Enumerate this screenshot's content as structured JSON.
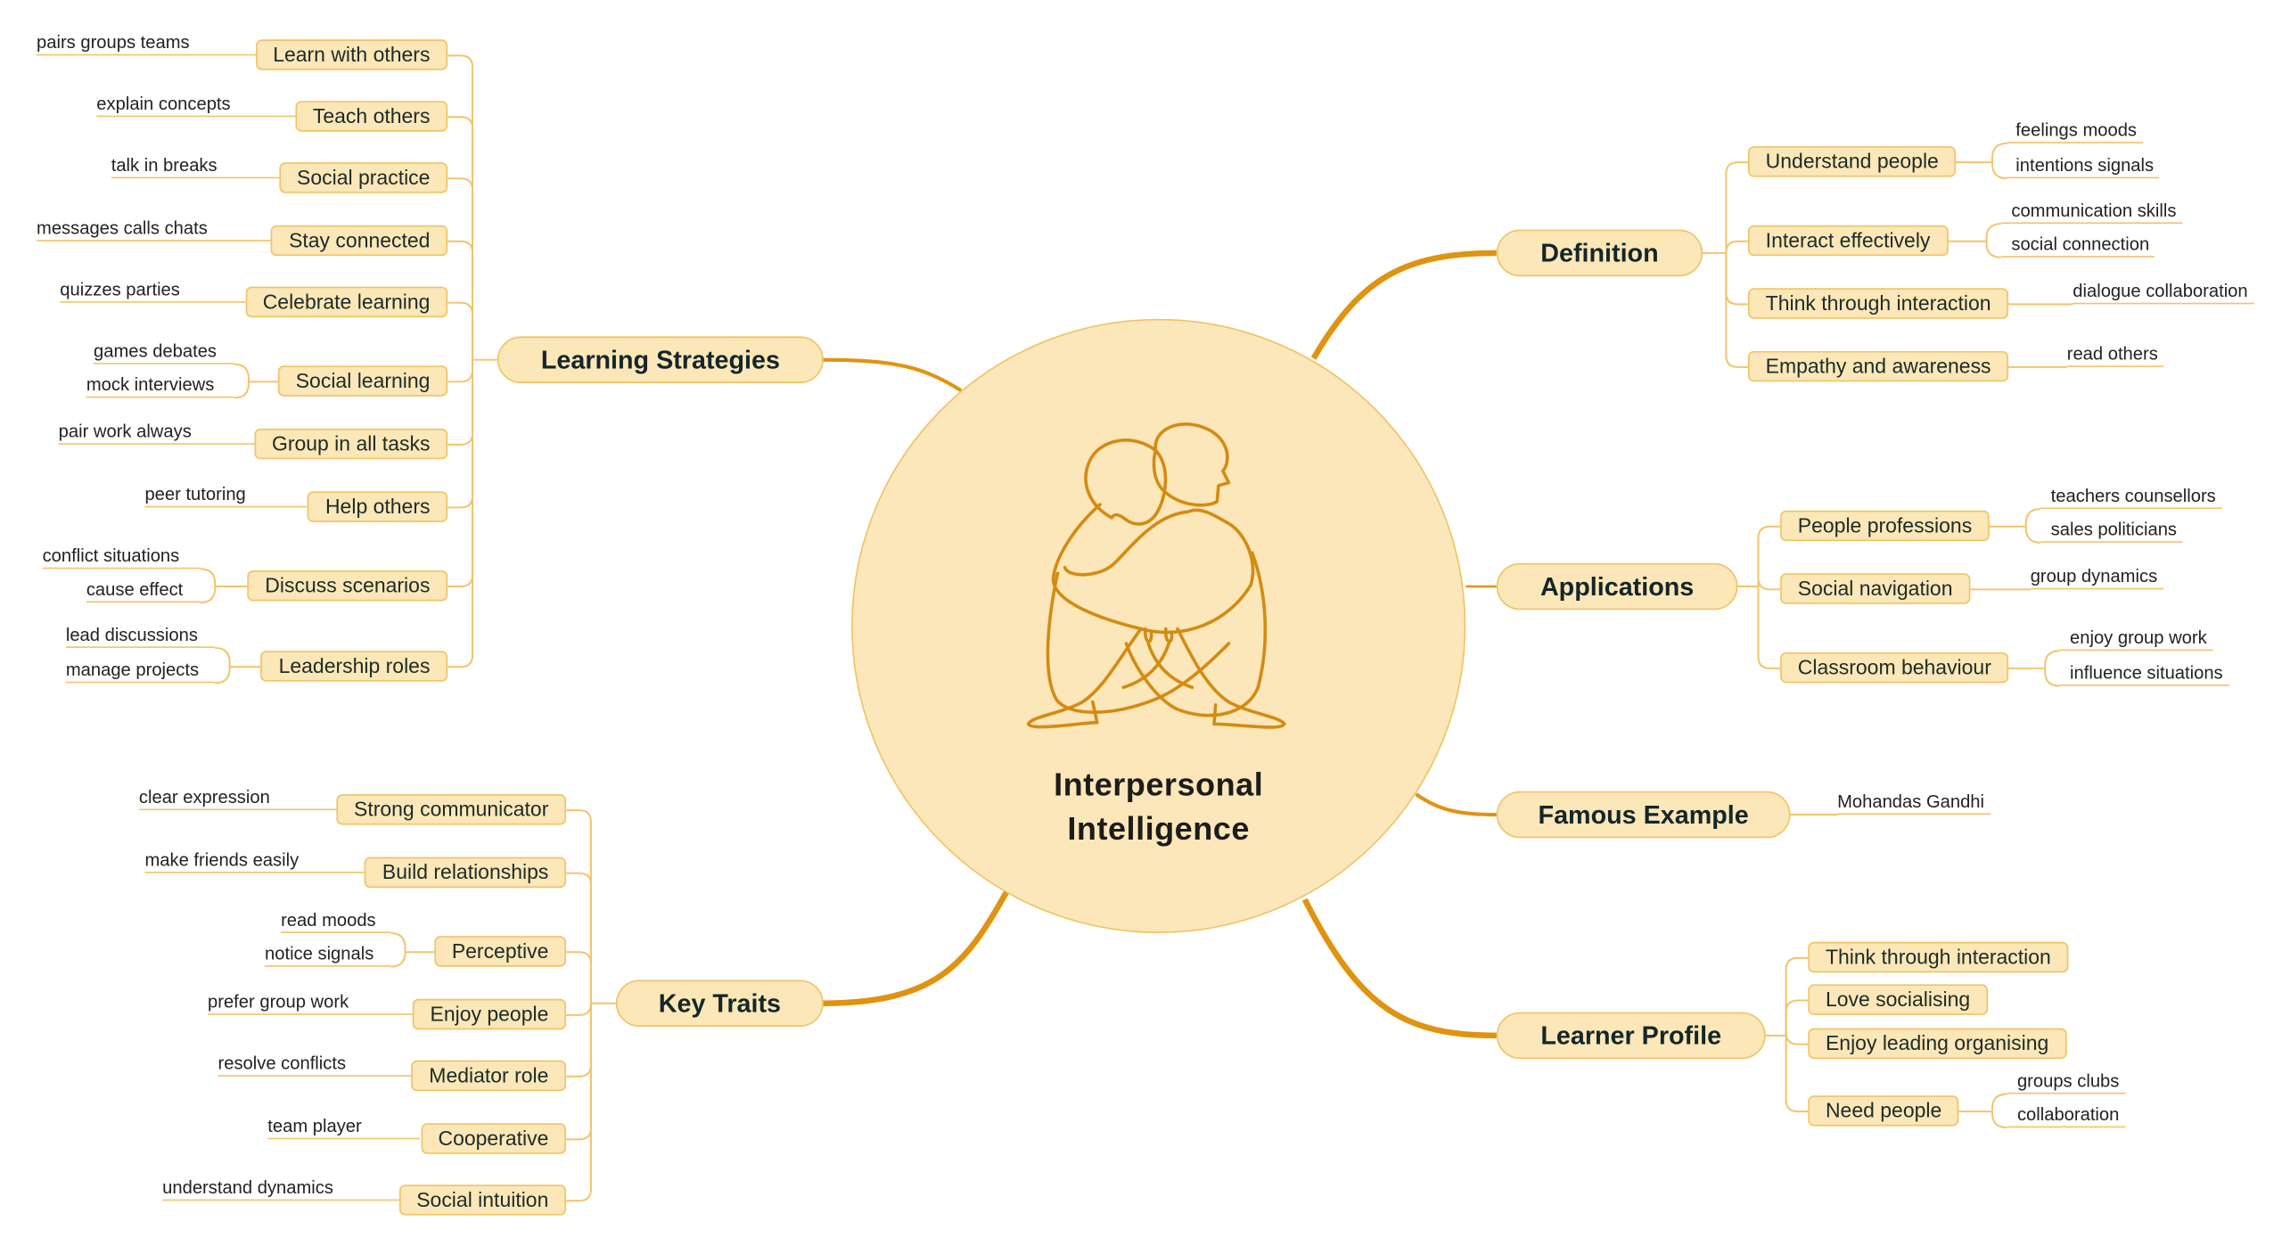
{
  "center": {
    "title_line1": "Interpersonal",
    "title_line2": "Intelligence",
    "icon": "two-people-hugging-line-art"
  },
  "colors": {
    "accent": "#E0930F",
    "node_fill": "#FBE7B7",
    "node_border": "#F0C364",
    "text": "#1d2b29"
  },
  "branches": [
    {
      "title": "Learning Strategies",
      "items": [
        {
          "label": "Learn with others",
          "leaves": [
            "pairs groups teams"
          ]
        },
        {
          "label": "Teach others",
          "leaves": [
            "explain concepts"
          ]
        },
        {
          "label": "Social practice",
          "leaves": [
            "talk in breaks"
          ]
        },
        {
          "label": "Stay connected",
          "leaves": [
            "messages calls chats"
          ]
        },
        {
          "label": "Celebrate learning",
          "leaves": [
            "quizzes parties"
          ]
        },
        {
          "label": "Social learning",
          "leaves": [
            "games debates",
            "mock interviews"
          ]
        },
        {
          "label": "Group in all tasks",
          "leaves": [
            "pair work always"
          ]
        },
        {
          "label": "Help others",
          "leaves": [
            "peer tutoring"
          ]
        },
        {
          "label": "Discuss scenarios",
          "leaves": [
            "conflict situations",
            "cause effect"
          ]
        },
        {
          "label": "Leadership roles",
          "leaves": [
            "lead discussions",
            "manage projects"
          ]
        }
      ]
    },
    {
      "title": "Key Traits",
      "items": [
        {
          "label": "Strong communicator",
          "leaves": [
            "clear expression"
          ]
        },
        {
          "label": "Build relationships",
          "leaves": [
            "make friends easily"
          ]
        },
        {
          "label": "Perceptive",
          "leaves": [
            "read moods",
            "notice signals"
          ]
        },
        {
          "label": "Enjoy people",
          "leaves": [
            "prefer group work"
          ]
        },
        {
          "label": "Mediator role",
          "leaves": [
            "resolve conflicts"
          ]
        },
        {
          "label": "Cooperative",
          "leaves": [
            "team player"
          ]
        },
        {
          "label": "Social intuition",
          "leaves": [
            "understand dynamics"
          ]
        }
      ]
    },
    {
      "title": "Definition",
      "items": [
        {
          "label": "Understand people",
          "leaves": [
            "feelings moods",
            "intentions signals"
          ]
        },
        {
          "label": "Interact effectively",
          "leaves": [
            "communication skills",
            "social connection"
          ]
        },
        {
          "label": "Think through interaction",
          "leaves": [
            "dialogue collaboration"
          ]
        },
        {
          "label": "Empathy and awareness",
          "leaves": [
            "read others"
          ]
        }
      ]
    },
    {
      "title": "Applications",
      "items": [
        {
          "label": "People professions",
          "leaves": [
            "teachers counsellors",
            "sales politicians"
          ]
        },
        {
          "label": "Social navigation",
          "leaves": [
            "group dynamics"
          ]
        },
        {
          "label": "Classroom behaviour",
          "leaves": [
            "enjoy group work",
            "influence situations"
          ]
        }
      ]
    },
    {
      "title": "Famous Example",
      "items": [],
      "leaves": [
        "Mohandas Gandhi"
      ]
    },
    {
      "title": "Learner Profile",
      "items": [
        {
          "label": "Think through interaction",
          "leaves": []
        },
        {
          "label": "Love socialising",
          "leaves": []
        },
        {
          "label": "Enjoy leading organising",
          "leaves": []
        },
        {
          "label": "Need people",
          "leaves": [
            "groups clubs",
            "collaboration"
          ]
        }
      ]
    }
  ]
}
